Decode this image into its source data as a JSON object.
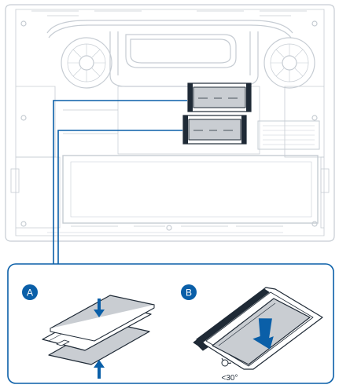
{
  "callouts": {
    "a": {
      "letter": "A",
      "color": "#0a5fa8"
    },
    "b": {
      "letter": "B",
      "color": "#0a5fa8"
    }
  },
  "angle_label": "<30°",
  "colors": {
    "outline": "#c6ccd3",
    "board_line": "#1f2a36",
    "module_fill": "#c9cdd2",
    "accent_blue": "#0a5fa8",
    "panel_border": "#0a5fa8"
  }
}
